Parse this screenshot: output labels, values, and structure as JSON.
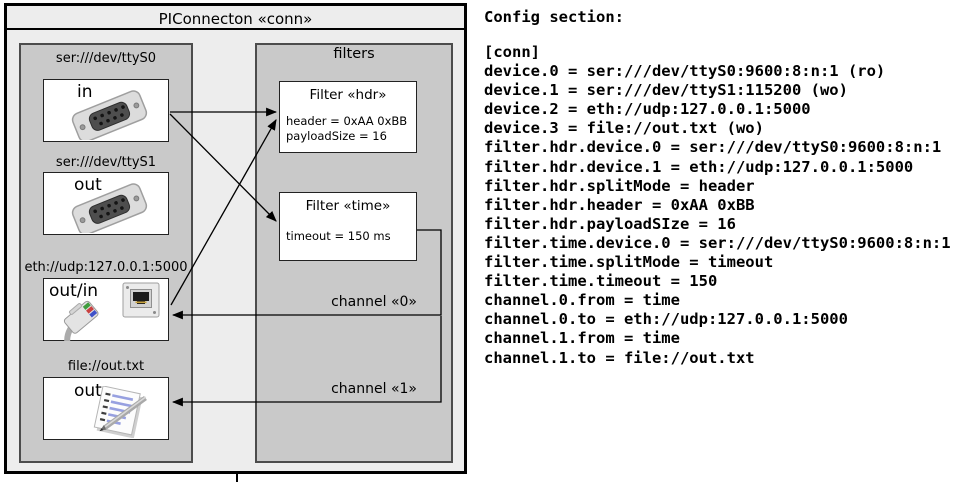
{
  "diagram": {
    "title": "PIConnecton «conn»",
    "devices_panel": {
      "devices": [
        {
          "uri": "ser:///dev/ttyS0",
          "port": "in",
          "icon": "serial-connector-icon"
        },
        {
          "uri": "ser:///dev/ttyS1",
          "port": "out",
          "icon": "serial-connector-icon"
        },
        {
          "uri": "eth://udp:127.0.0.1:5000",
          "port": "out/in",
          "icon": "ethernet-connector-icon"
        },
        {
          "uri": "file://out.txt",
          "port": "out",
          "icon": "notepad-icon"
        }
      ]
    },
    "filters_panel": {
      "title": "filters",
      "filters": [
        {
          "title": "Filter «hdr»",
          "attributes": [
            "header = 0xAA 0xBB",
            "payloadSize = 16"
          ]
        },
        {
          "title": "Filter «time»",
          "attributes": [
            "timeout = 150 ms"
          ]
        }
      ]
    },
    "channels": [
      {
        "label": "channel «0»"
      },
      {
        "label": "channel «1»"
      }
    ],
    "colors": {
      "diagram_bg": "#ededed",
      "panel_bg": "#c9c9c9",
      "box_bg": "#ffffff"
    }
  },
  "config": {
    "heading": "Config section:",
    "lines": [
      "[conn]",
      "device.0 = ser:///dev/ttyS0:9600:8:n:1 (ro)",
      "device.1 = ser:///dev/ttyS1:115200 (wo)",
      "device.2 = eth://udp:127.0.0.1:5000",
      "device.3 = file://out.txt (wo)",
      "filter.hdr.device.0 = ser:///dev/ttyS0:9600:8:n:1",
      "filter.hdr.device.1 = eth://udp:127.0.0.1:5000",
      "filter.hdr.splitMode = header",
      "filter.hdr.header = 0xAA 0xBB",
      "filter.hdr.payloadSIze = 16",
      "filter.time.device.0 = ser:///dev/ttyS0:9600:8:n:1",
      "filter.time.splitMode = timeout",
      "filter.time.timeout = 150",
      "channel.0.from = time",
      "channel.0.to = eth://udp:127.0.0.1:5000",
      "channel.1.from = time",
      "channel.1.to = file://out.txt"
    ]
  }
}
